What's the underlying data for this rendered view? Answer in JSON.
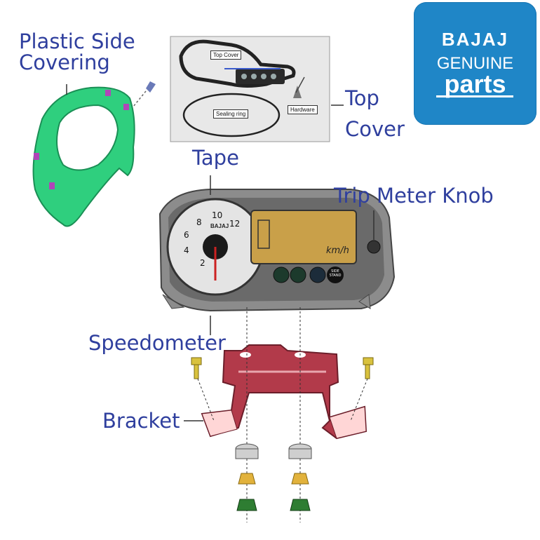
{
  "labels": {
    "plastic_side_covering": [
      "Plastic Side",
      "Covering"
    ],
    "top_cover": [
      "Top",
      "Cover"
    ],
    "tape": "Tape",
    "trip_meter_knob": "Trip Meter Knob",
    "speedometer": "Speedometer",
    "bracket": "Bracket"
  },
  "photo_labels": {
    "top_cover": "Top Cover",
    "sealing_ring": "Sealing ring",
    "hardware": "Hardware"
  },
  "gauge": {
    "brand": "BAJAJ",
    "ticks": [
      "2",
      "4",
      "6",
      "8",
      "10",
      "12"
    ],
    "unit": "km/h",
    "side_stand": [
      "SIDE",
      "STAND"
    ]
  },
  "logo": {
    "line1": "BAJAJ",
    "line2": "GENUINE",
    "line3": "parts"
  },
  "colors": {
    "label_text": "#2f3f9e",
    "logo_bg": "#1f86c7",
    "covering_green": "#2fcf7e",
    "bracket_red": "#b23a4a",
    "display_amber": "#c9a049"
  }
}
